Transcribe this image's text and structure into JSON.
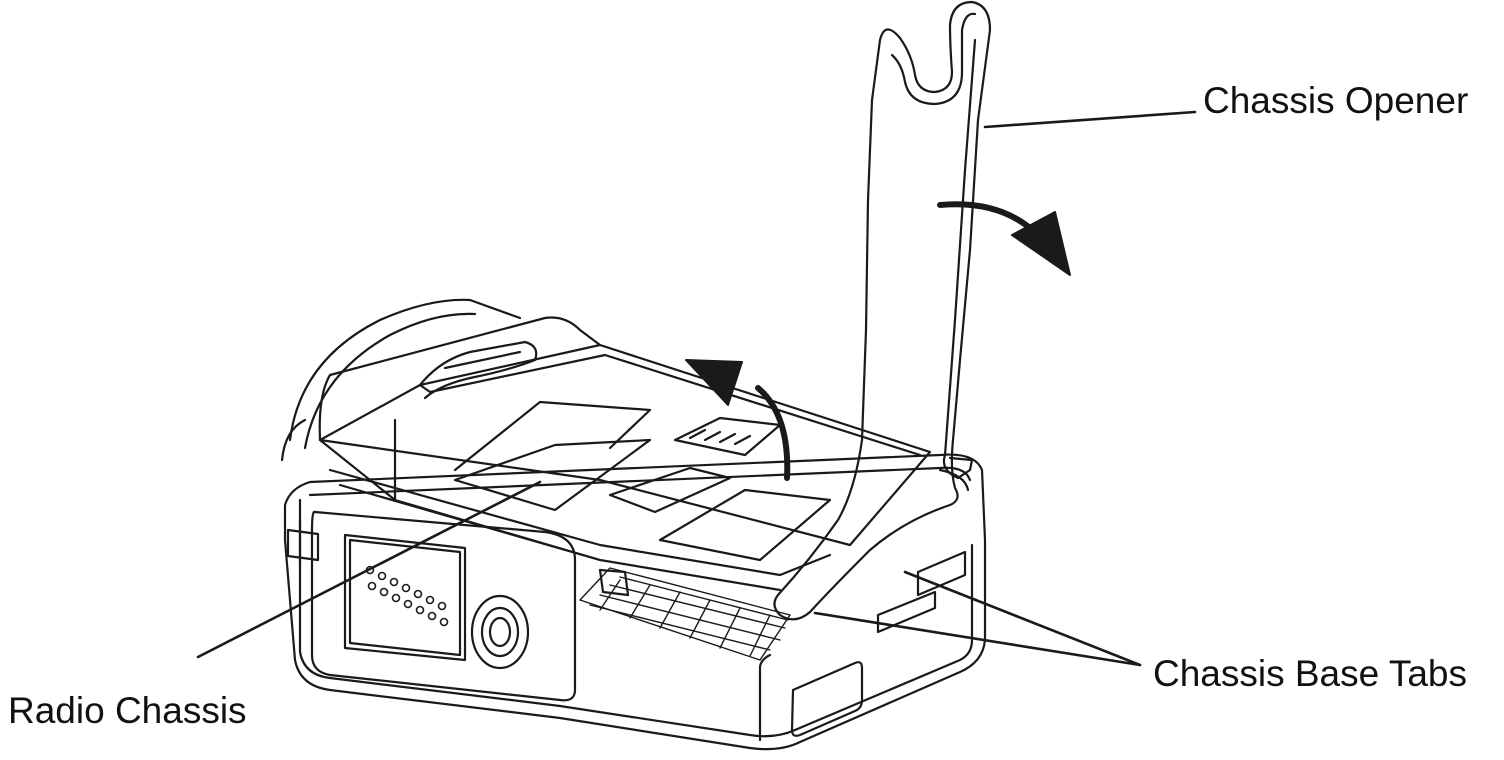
{
  "labels": {
    "chassis_opener": "Chassis Opener",
    "chassis_base_tabs": "Chassis Base Tabs",
    "radio_chassis": "Radio Chassis"
  },
  "colors": {
    "line": "#1a1a1a",
    "background": "#ffffff"
  }
}
